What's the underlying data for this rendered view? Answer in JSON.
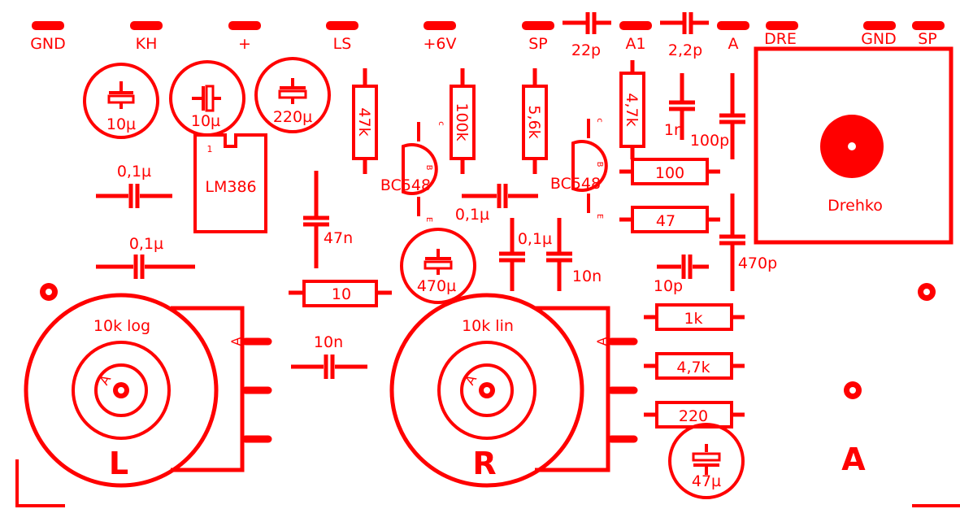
{
  "pads": {
    "gnd_1": "GND",
    "kh": "KH",
    "plus": "+",
    "ls": "LS",
    "v6": "+6V",
    "sp_1": "SP",
    "a1": "A1",
    "a": "A",
    "dre": "DRE",
    "gnd_2": "GND",
    "sp_2": "SP"
  },
  "components": {
    "c_22p": "22p",
    "c_2_2p": "2,2p",
    "c_10u_1": "10µ",
    "c_10u_2": "10µ",
    "c_220u": "220µ",
    "ic": "LM386",
    "ic_pin1": "1",
    "c_01u_1": "0,1µ",
    "c_01u_2": "0,1µ",
    "c_01u_3": "0,1µ",
    "c_01u_4": "0,1µ",
    "r_47k": "47k",
    "r_100k": "100k",
    "r_5_6k": "5,6k",
    "r_4_7k_v": "4,7k",
    "t1": "BC548",
    "t2": "BC548",
    "t_c": "c",
    "t_b": "B",
    "t_e": "E",
    "c_1n": "1n",
    "c_100p": "100p",
    "r_100": "100",
    "r_47": "47",
    "c_47n": "47n",
    "c_470u": "470µ",
    "r_10": "10",
    "c_10n_1": "10n",
    "c_10n_2": "10n",
    "c_10p": "10p",
    "c_470p": "470p",
    "r_1k": "1k",
    "r_4_7k": "4,7k",
    "r_220": "220",
    "c_47u": "47µ"
  },
  "pots": {
    "left_value": "10k log",
    "left_side": "L",
    "right_value": "10k lin",
    "right_side": "R",
    "wiper_mark": "A"
  },
  "module": {
    "label": "Drehko"
  },
  "corner_mark": "A",
  "colors": {
    "copper": "#ff0000",
    "background": "#ffffff"
  }
}
